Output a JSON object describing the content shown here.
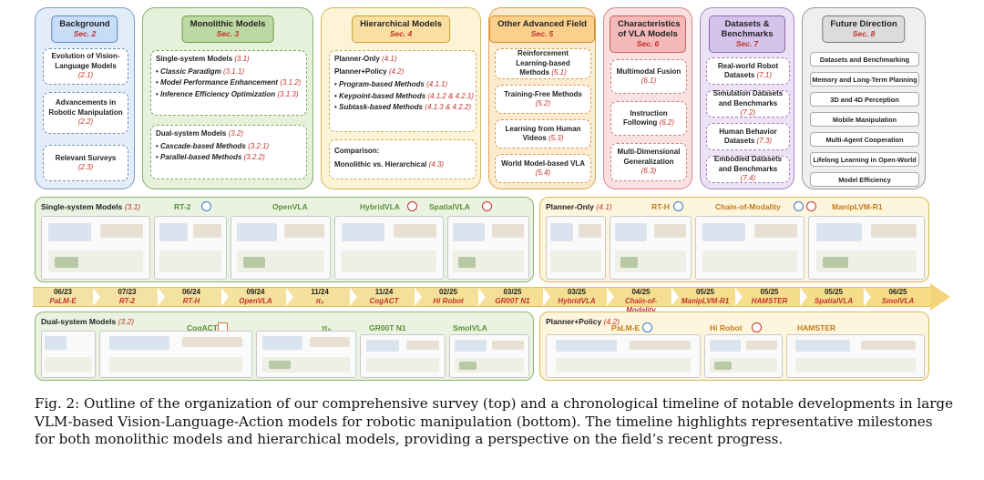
{
  "categories": {
    "background": {
      "title": "Background",
      "sec": "Sec. 2",
      "items": [
        {
          "text": "Evolution of Vision-Language Models",
          "ref": "(2.1)"
        },
        {
          "text": "Advancements in Robotic Manipulation",
          "ref": "(2.2)"
        },
        {
          "text": "Relevant Surveys",
          "ref": "(2.3)"
        }
      ]
    },
    "monolithic": {
      "title": "Monolithic Models",
      "sec": "Sec. 3",
      "single": {
        "title": "Single-system Models",
        "ref": "(3.1)",
        "items": [
          {
            "text": "Classic Paradigm",
            "ref": "(3.1.1)"
          },
          {
            "text": "Model Performance Enhancement",
            "ref": "(3.1.2)"
          },
          {
            "text": "Inference Efficiency Optimization",
            "ref": "(3.1.3)"
          }
        ]
      },
      "dual": {
        "title": "Dual-system Models",
        "ref": "(3.2)",
        "items": [
          {
            "text": "Cascade-based Methods",
            "ref": "(3.2.1)"
          },
          {
            "text": "Parallel-based Methods",
            "ref": "(3.2.2)"
          }
        ]
      }
    },
    "hierarchical": {
      "title": "Hierarchical Models",
      "sec": "Sec. 4",
      "planner_only": {
        "text": "Planner-Only",
        "ref": "(4.1)"
      },
      "planner_policy": {
        "text": "Planner+Policy",
        "ref": "(4.2)"
      },
      "items": [
        {
          "text": "Program-based Methods",
          "ref": "(4.1.1)"
        },
        {
          "text": "Keypoint-based Methods",
          "ref": "(4.1.2 & 4.2.1)"
        },
        {
          "text": "Subtask-based Methods",
          "ref": "(4.1.3 & 4.2.2)"
        }
      ],
      "comparison": {
        "title": "Comparison:",
        "text": "Monolithic vs. Hierarchical",
        "ref": "(4.3)"
      }
    },
    "advanced": {
      "title": "Other Advanced Field",
      "sec": "Sec. 5",
      "items": [
        {
          "text": "Reinforcement Learning-based Methods",
          "ref": "(5.1)"
        },
        {
          "text": "Training-Free Methods",
          "ref": "(5.2)"
        },
        {
          "text": "Learning from Human Videos",
          "ref": "(5.3)"
        },
        {
          "text": "World Model-based VLA",
          "ref": "(5.4)"
        }
      ]
    },
    "characteristics": {
      "title": "Characteristics of VLA Models",
      "sec": "Sec. 6",
      "items": [
        {
          "text": "Multimodal Fusion",
          "ref": "(6.1)"
        },
        {
          "text": "Instruction Following",
          "ref": "(6.2)"
        },
        {
          "text": "Multi-Dimensional Generalization",
          "ref": "(6.3)"
        }
      ]
    },
    "datasets": {
      "title": "Datasets & Benchmarks",
      "sec": "Sec. 7",
      "items": [
        {
          "text": "Real-world Robot Datasets",
          "ref": "(7.1)"
        },
        {
          "text": "Simulation Datasets and Benchmarks",
          "ref": "(7.2)"
        },
        {
          "text": "Human Behavior Datasets",
          "ref": "(7.3)"
        },
        {
          "text": "Embodied Datasets and Benchmarks",
          "ref": "(7.4)"
        }
      ]
    },
    "future": {
      "title": "Future Direction",
      "sec": "Sec. 8",
      "items": [
        "Datasets and Benchmarking",
        "Memory and Long-Term Planning",
        "3D and 4D Perception",
        "Mobile Manipulation",
        "Multi-Agent Cooperation",
        "Lifelong Learning in Open-World",
        "Model Efficiency"
      ]
    }
  },
  "panels": {
    "single_system": {
      "title": "Single-system Models",
      "ref": "(3.1)",
      "models": [
        "RT-2",
        "OpenVLA",
        "HybridVLA",
        "SpatialVLA"
      ]
    },
    "planner_only": {
      "title": "Planner-Only",
      "ref": "(4.1)",
      "models": [
        "RT-H",
        "Chain-of-Modality",
        "ManipLVM-R1"
      ]
    },
    "dual_system": {
      "title": "Dual-system Models",
      "ref": "(3.2)",
      "models": [
        "CogACT",
        "π₀",
        "GR00T N1",
        "SmolVLA"
      ]
    },
    "planner_policy": {
      "title": "Planner+Policy",
      "ref": "(4.2)",
      "models": [
        "PaLM-E",
        "Hi Robot",
        "HAMSTER"
      ]
    }
  },
  "timeline": [
    {
      "date": "06/23",
      "model": "PaLM-E"
    },
    {
      "date": "07/23",
      "model": "RT-2"
    },
    {
      "date": "06/24",
      "model": "RT-H"
    },
    {
      "date": "09/24",
      "model": "OpenVLA"
    },
    {
      "date": "11/24",
      "model": "π₀"
    },
    {
      "date": "11/24",
      "model": "CogACT"
    },
    {
      "date": "02/25",
      "model": "Hi Robot"
    },
    {
      "date": "03/25",
      "model": "GR00T N1"
    },
    {
      "date": "03/25",
      "model": "HybridVLA"
    },
    {
      "date": "04/25",
      "model": "Chain-of-Modality"
    },
    {
      "date": "05/25",
      "model": "ManipLVM-R1"
    },
    {
      "date": "05/25",
      "model": "HAMSTER"
    },
    {
      "date": "05/25",
      "model": "SpatialVLA"
    },
    {
      "date": "06/25",
      "model": "SmolVLA"
    }
  ],
  "caption": "Fig. 2: Outline of the organization of our comprehensive survey (top) and a chronological timeline of notable developments in large VLM-based Vision-Language-Action models for robotic manipulation (bottom). The timeline highlights representative milestones for both monolithic models and hierarchical models, providing a perspective on the field’s recent progress."
}
